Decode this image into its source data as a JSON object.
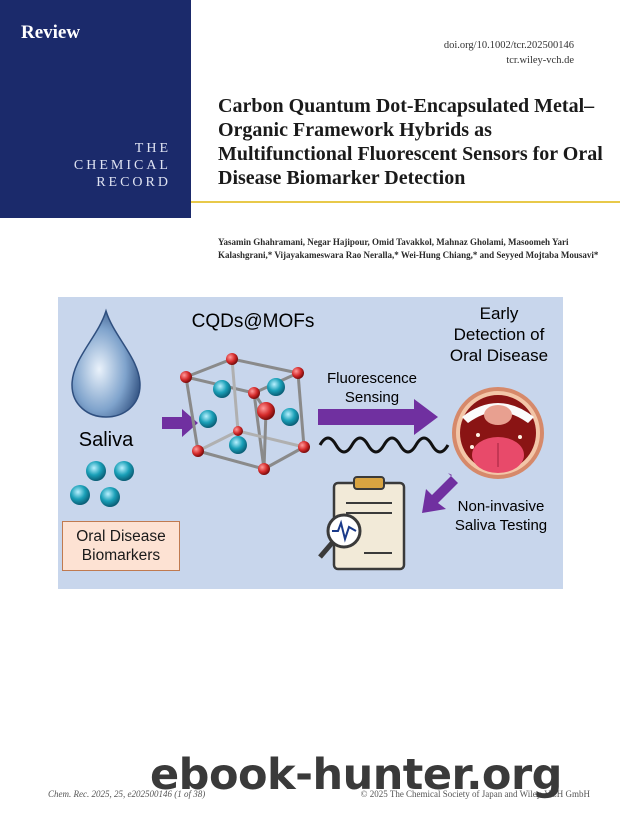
{
  "header": {
    "section": "Review",
    "journal_lines": [
      "THE",
      "CHEMICAL",
      "RECORD"
    ],
    "doi": "doi.org/10.1002/tcr.202500146",
    "site": "tcr.wiley-vch.de",
    "colors": {
      "sidebar": "#1b2a6b",
      "accent_line": "#e8c94a"
    }
  },
  "article": {
    "title": "Carbon Quantum Dot-Encapsulated Metal–Organic Framework Hybrids as Multifunctional Fluorescent Sensors for Oral Disease Biomarker Detection",
    "authors": "Yasamin Ghahramani, Negar Hajipour, Omid Tavakkol, Mahnaz Gholami, Masoomeh Yari Kalashgrani,* Vijayakameswara Rao Neralla,* Wei-Hung Chiang,* and Seyyed Mojtaba Mousavi*"
  },
  "graphic": {
    "cqd_label": "CQDs@MOFs",
    "saliva_label": "Saliva",
    "fluor_label_1": "Fluorescence",
    "fluor_label_2": "Sensing",
    "early_1": "Early",
    "early_2": "Detection of",
    "early_3": "Oral Disease",
    "noninv_1": "Non-invasive",
    "noninv_2": "Saliva Testing",
    "biomarker_1": "Oral Disease",
    "biomarker_2": "Biomarkers",
    "colors": {
      "background": "#c8d6ec",
      "arrow": "#7030a0",
      "dot": "#1aa0b8",
      "node": "#d42a2a"
    }
  },
  "footer": {
    "left": "Chem. Rec. 2025, 25, e202500146 (1 of 38)",
    "right": "© 2025 The Chemical Society of Japan and Wiley-VCH GmbH"
  },
  "watermark": "ebook-hunter.org"
}
